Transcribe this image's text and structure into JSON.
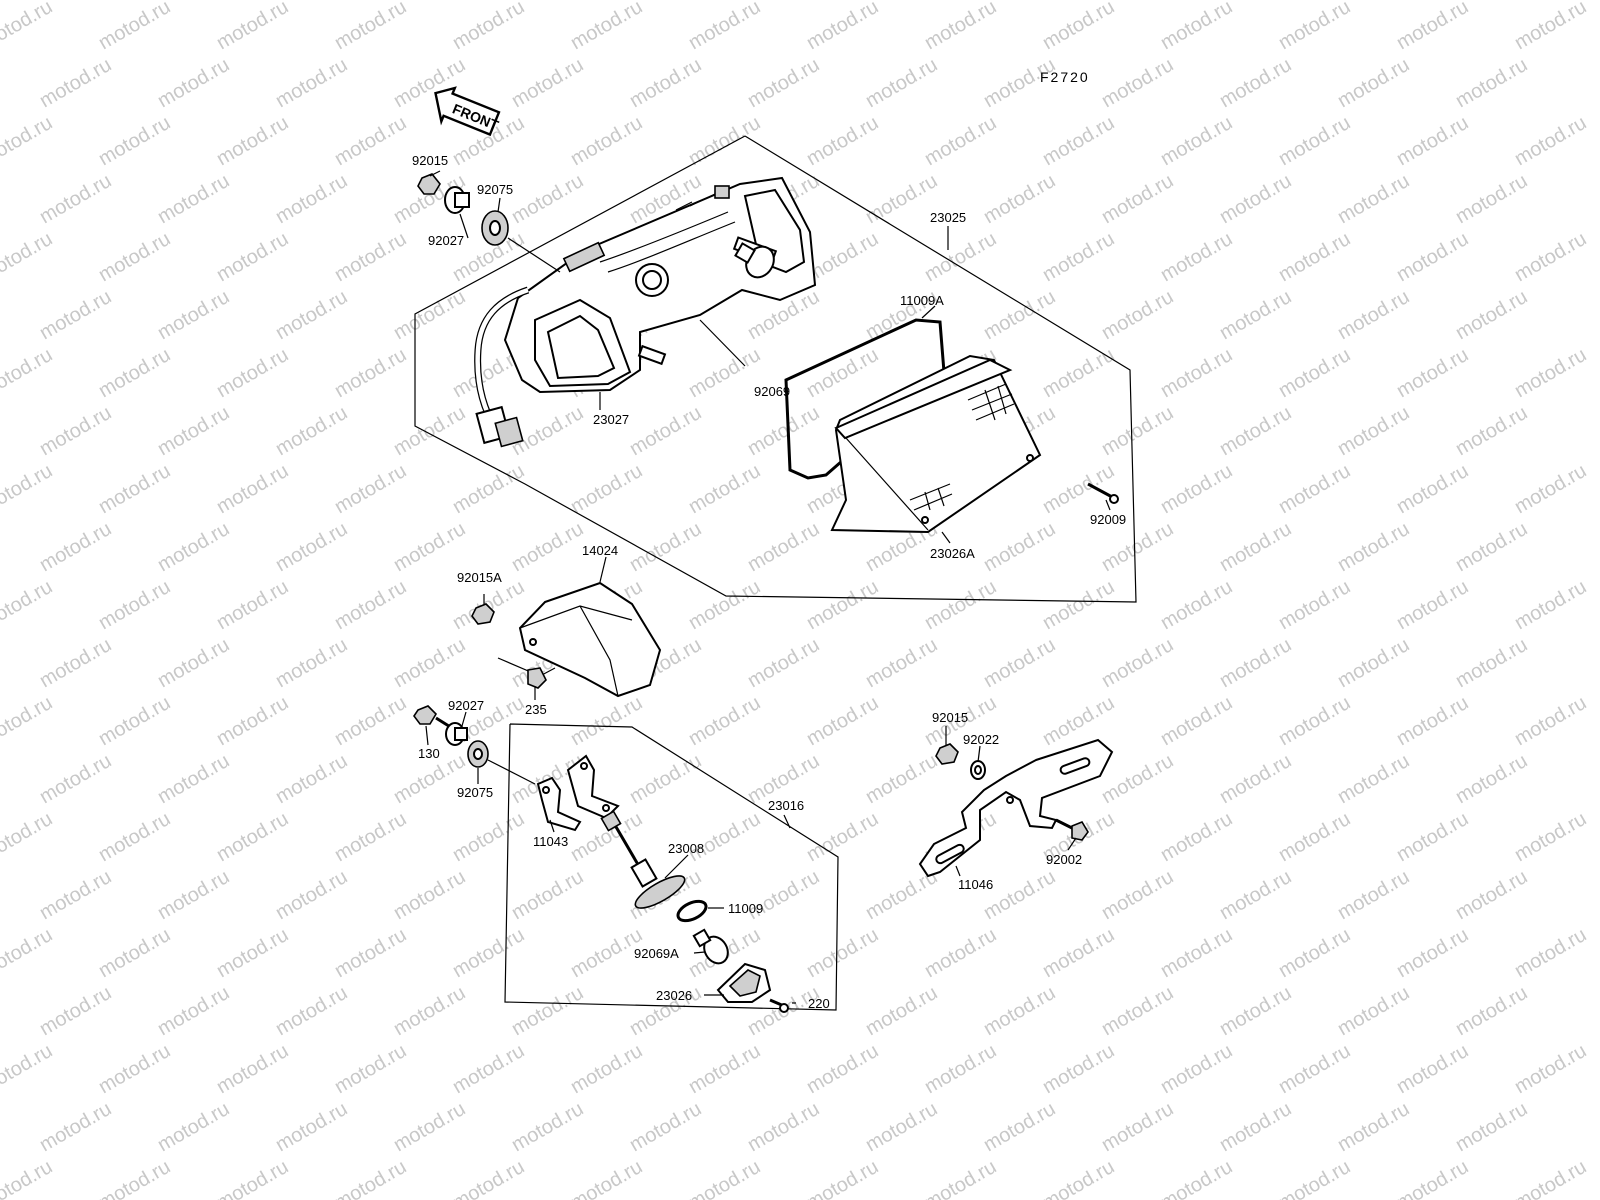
{
  "diagram": {
    "code": "F2720",
    "front_label": "FRONT",
    "watermark_text": "motod.ru",
    "parts": {
      "p92015_top": "92015",
      "p92027_top": "92027",
      "p92075_top": "92075",
      "p23025": "23025",
      "p11009A": "11009A",
      "p92069": "92069",
      "p23027": "23027",
      "p92009": "92009",
      "p23026A": "23026A",
      "p14024": "14024",
      "p92015A": "92015A",
      "p235": "235",
      "p92027_mid": "92027",
      "p130": "130",
      "p92075_mid": "92075",
      "p23016": "23016",
      "p11043": "11043",
      "p23008": "23008",
      "p11009": "11009",
      "p92069A": "92069A",
      "p23026": "23026",
      "p220": "220",
      "p92015_right": "92015",
      "p92022": "92022",
      "p92002": "92002",
      "p11046": "11046"
    }
  }
}
